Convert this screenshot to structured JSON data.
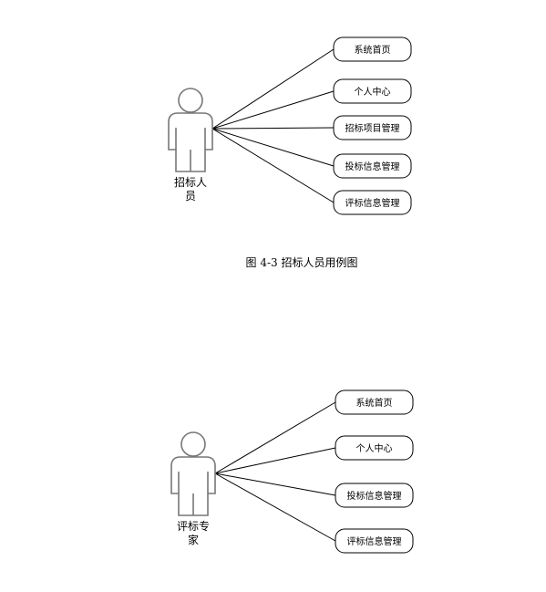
{
  "diagrams": [
    {
      "actor": {
        "label_line1": "招标人",
        "label_line2": "员"
      },
      "use_cases": [
        "系统首页",
        "个人中心",
        "招标项目管理",
        "投标信息管理",
        "评标信息管理"
      ]
    },
    {
      "actor": {
        "label_line1": "评标专",
        "label_line2": "家"
      },
      "use_cases": [
        "系统首页",
        "个人中心",
        "投标信息管理",
        "评标信息管理"
      ]
    }
  ],
  "caption": "图 4-3  招标人员用例图",
  "colors": {
    "line": "#000000",
    "actor_stroke": "#777777",
    "actor_fill": "#ffffff",
    "use_case_stroke": "#000000"
  }
}
